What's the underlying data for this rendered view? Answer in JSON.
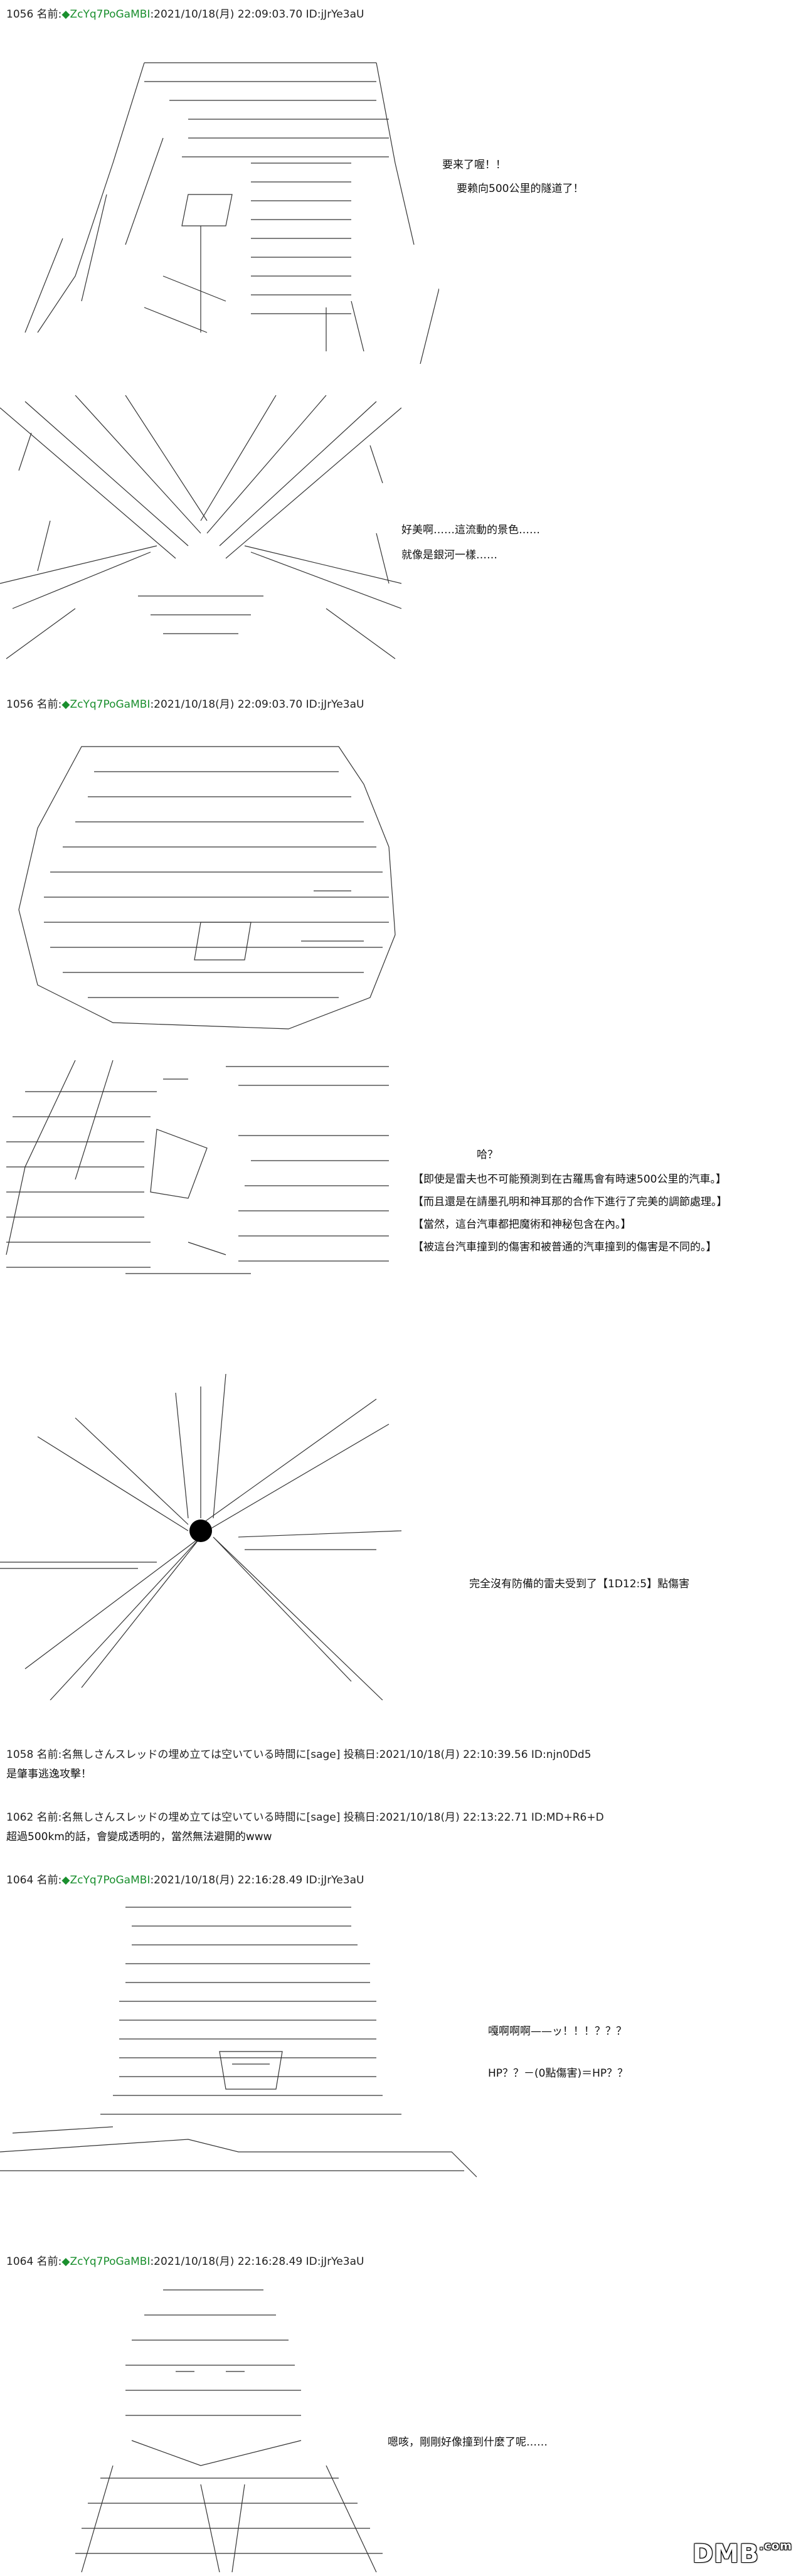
{
  "posts": [
    {
      "id": "p1056a",
      "header": {
        "num": "1056",
        "name_label": "名前:",
        "trip": "◆ZcYq7PoGaMBI",
        "meta": ":2021/10/18(月) 22:09:03.70 ID:jJrYe3aU"
      },
      "captions": [
        "要来了喔！！",
        "要赖向500公里的隧道了！"
      ]
    },
    {
      "id": "p1056a2",
      "header": null,
      "captions": [
        "好美啊……這流動的景色……",
        "就像是銀河一樣……"
      ]
    },
    {
      "id": "p1056b",
      "header": {
        "num": "1056",
        "name_label": "名前:",
        "trip": "◆ZcYq7PoGaMBI",
        "meta": ":2021/10/18(月) 22:09:03.70 ID:jJrYe3aU"
      },
      "captions": []
    },
    {
      "id": "p1056b2",
      "header": null,
      "captions": [
        "哈？",
        "【即使是雷夫也不可能預測到在古羅馬會有時速500公里的汽車。】",
        "【而且還是在請墨孔明和神耳那的合作下進行了完美的調節處理。】",
        "【當然，這台汽車都把魔術和神秘包含在內。】",
        "【被這台汽車撞到的傷害和被普通的汽車撞到的傷害是不同的。】"
      ]
    },
    {
      "id": "p1056b3",
      "header": null,
      "captions": [
        "完全沒有防備的雷夫受到了【1D12:5】點傷害"
      ]
    },
    {
      "id": "p1058",
      "header": {
        "num": "1058",
        "name_label": "名前:",
        "trip": "",
        "meta": "名無しさんスレッドの埋め立ては空いている時間に[sage] 投稿日:2021/10/18(月) 22:10:39.56 ID:njn0Dd5"
      },
      "captions": [
        "是肇事逃逸攻擊！"
      ]
    },
    {
      "id": "p1062",
      "header": {
        "num": "1062",
        "name_label": "名前:",
        "trip": "",
        "meta": "名無しさんスレッドの埋め立ては空いている時間に[sage] 投稿日:2021/10/18(月) 22:13:22.71 ID:MD+R6+D"
      },
      "captions": [
        "超過500km的話，會變成透明的，當然無法避開的www"
      ]
    },
    {
      "id": "p1064a",
      "header": {
        "num": "1064",
        "name_label": "名前:",
        "trip": "◆ZcYq7PoGaMBI",
        "meta": ":2021/10/18(月) 22:16:28.49 ID:jJrYe3aU"
      },
      "captions": [
        "嘎啊啊啊——ッ！！！？？？",
        "HP？？－(0點傷害)＝HP？？"
      ]
    },
    {
      "id": "p1064b",
      "header": {
        "num": "1064",
        "name_label": "名前:",
        "trip": "◆ZcYq7PoGaMBI",
        "meta": ":2021/10/18(月) 22:16:28.49 ID:jJrYe3aU"
      },
      "captions": [
        "嗯咳，剛剛好像撞到什麼了呢……"
      ]
    }
  ],
  "watermark": {
    "brand": "DMB",
    "suffix": ".com"
  }
}
